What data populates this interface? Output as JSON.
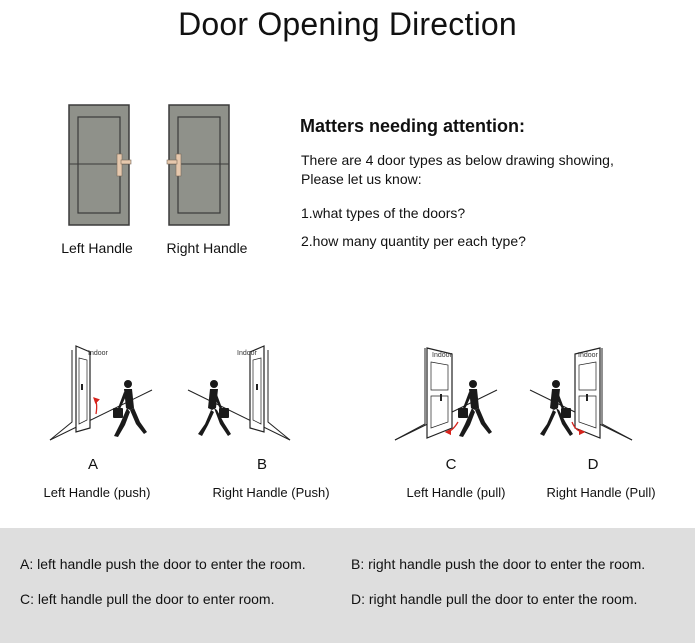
{
  "title": "Door Opening Direction",
  "handles": {
    "left_label": "Left Handle",
    "right_label": "Right Handle"
  },
  "attention": {
    "heading": "Matters needing attention:",
    "intro_line1": "There are 4 door types as below drawing showing,",
    "intro_line2": "Please let us know:",
    "question1": "1.what types of the doors?",
    "question2": "2.how many quantity per each type?"
  },
  "door_types": [
    {
      "letter": "A",
      "caption": "Left Handle (push)",
      "door_tag": "Indoor"
    },
    {
      "letter": "B",
      "caption": "Right Handle (Push)",
      "door_tag": "Indoor"
    },
    {
      "letter": "C",
      "caption": "Left Handle (pull)",
      "door_tag": "Indoor"
    },
    {
      "letter": "D",
      "caption": "Right Handle (Pull)",
      "door_tag": "Indoor"
    }
  ],
  "notes": {
    "a_key": "A:",
    "a_text": " left handle push the door to enter the room.",
    "b_key": "B:",
    "b_text": " right handle push the door to enter the room.",
    "c_key": "C:",
    "c_text": " left handle pull the door to enter room.",
    "d_key": "D:",
    "d_text": " right handle pull the door to enter the room."
  },
  "colors": {
    "door_fill": "#8f918a",
    "door_stroke": "#3b3b3b",
    "handle": "#e6c8ad",
    "arrow": "#d6231c",
    "figure": "#1a1a1a",
    "panel": "#dedede"
  }
}
